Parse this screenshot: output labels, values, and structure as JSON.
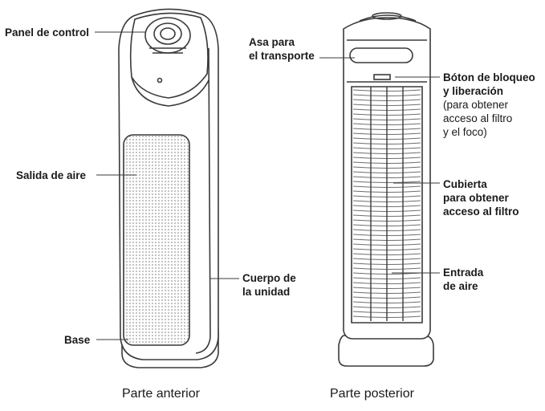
{
  "front": {
    "caption": "Parte anterior",
    "labels": {
      "control_panel": "Panel de control",
      "air_outlet": "Salida de aire",
      "body_line1": "Cuerpo de",
      "body_line2": "la unidad",
      "base": "Base"
    }
  },
  "back": {
    "caption": "Parte posterior",
    "labels": {
      "handle_line1": "Asa para",
      "handle_line2": "el transporte",
      "lock_line1": "Bóton de bloqueo",
      "lock_line2": "y liberación",
      "lock_note1": "(para obtener",
      "lock_note2": "acceso al filtro",
      "lock_note3": "y el foco)",
      "cover_line1": "Cubierta",
      "cover_line2": "para obtener",
      "cover_line3": "acceso al filtro",
      "inlet_line1": "Entrada",
      "inlet_line2": "de aire"
    }
  },
  "colors": {
    "stroke": "#3a3a3a",
    "grille": "#c9c9c9",
    "body_fill": "#ffffff"
  }
}
